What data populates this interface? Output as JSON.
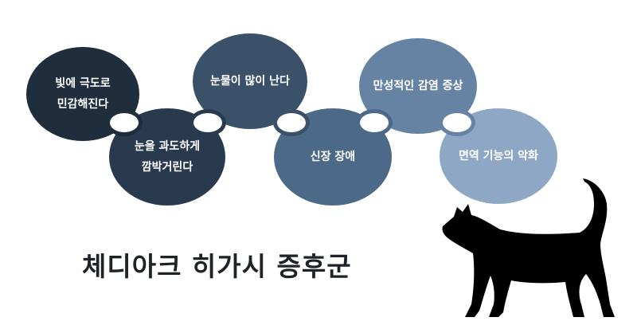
{
  "title": "체디아크 히가시 증후군",
  "symptoms": [
    {
      "label": "빛에 극도로\n민감해진다",
      "color": "#1f2d3d"
    },
    {
      "label": "눈을 과도하게\n깜박거린다",
      "color": "#293a4f"
    },
    {
      "label": "눈물이 많이 난다",
      "color": "#3b516a"
    },
    {
      "label": "신장 장애",
      "color": "#4c6987"
    },
    {
      "label": "만성적인 감염 증상",
      "color": "#6683a4"
    },
    {
      "label": "면역 기능의 악화",
      "color": "#8da7c4"
    }
  ],
  "colors": {
    "cat": "#000000",
    "title": "#1f2226"
  },
  "icons": {
    "cat": "cat-silhouette-icon"
  }
}
